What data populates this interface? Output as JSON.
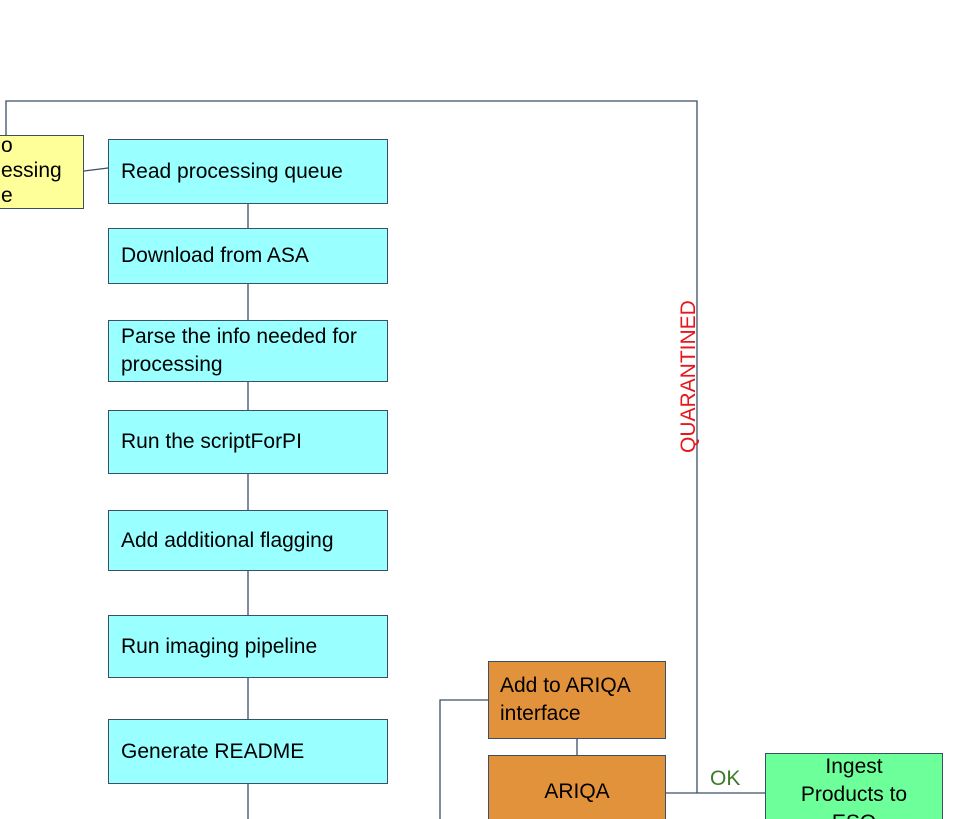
{
  "nodes": {
    "processing_queue_partial": [
      "o",
      "essing",
      "e"
    ],
    "read_queue": "Read processing queue",
    "download": "Download from ASA",
    "parse_info": "Parse the info needed for processing",
    "run_script": "Run the scriptForPI",
    "add_flagging": "Add additional flagging",
    "run_pipeline": "Run imaging pipeline",
    "generate_readme": "Generate README",
    "add_ariqa": "Add to ARIQA interface",
    "ariqa": "ARIQA",
    "ingest": [
      "Ingest",
      "Products to",
      "ESO"
    ]
  },
  "edges": {
    "quarantined_label": "QUARANTINED",
    "ok_label": "OK"
  },
  "colors": {
    "cyan_box": "#99ffff",
    "yellow_box": "#ffff99",
    "orange_box": "#e3923c",
    "green_box": "#6dff99",
    "line": "#3b4f66",
    "quarantined_text": "#e8171b",
    "ok_text": "#3c7a2a"
  }
}
